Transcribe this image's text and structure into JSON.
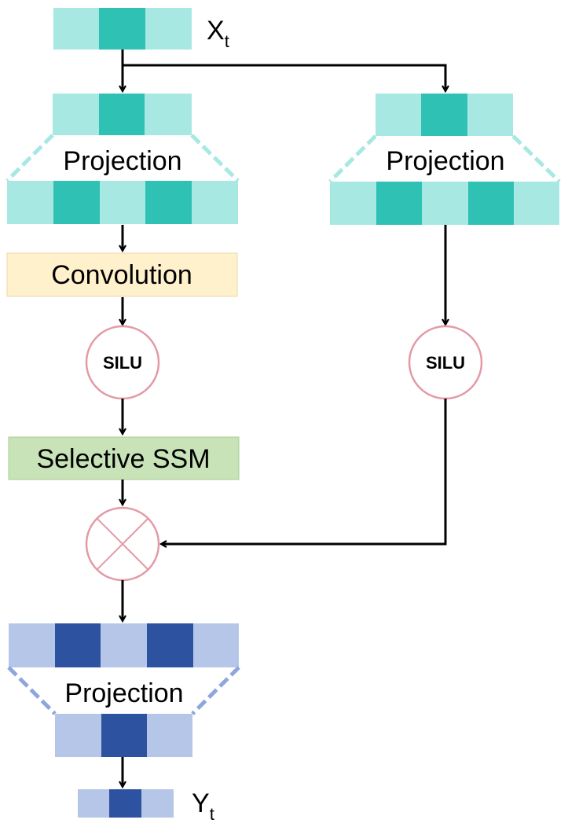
{
  "colors": {
    "teal_light": "#a8e8e2",
    "teal_dark": "#2ec1b4",
    "blue_light": "#b6c6e9",
    "blue_dark": "#2d52a0",
    "conv_fill": "#fff1cc",
    "ssm_fill": "#c8e3b7",
    "circle_stroke": "#e39aa6",
    "arrow": "#000000"
  },
  "input": {
    "symbol": "X",
    "subscript": "t"
  },
  "output": {
    "symbol": "Y",
    "subscript": "t"
  },
  "left_branch": {
    "projection_label": "Projection",
    "convolution_label": "Convolution",
    "silu_label": "SILU",
    "ssm_label": "Selective SSM"
  },
  "right_branch": {
    "projection_label": "Projection",
    "silu_label": "SILU"
  },
  "multiply": {
    "icon": "multiply-icon"
  },
  "output_projection": {
    "label": "Projection"
  }
}
